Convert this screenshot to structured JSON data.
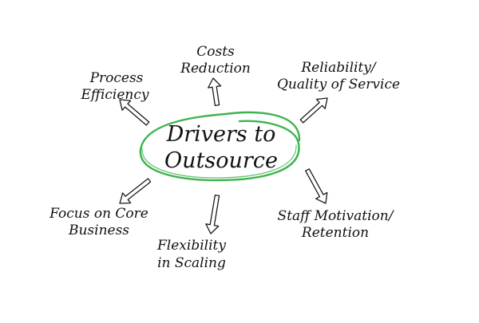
{
  "center": {
    "line1": "Drivers to",
    "line2": "Outsource",
    "ring_color": "#3fb34f"
  },
  "drivers": [
    {
      "id": "process-efficiency",
      "line1": "Process",
      "line2": "Efficiency"
    },
    {
      "id": "costs-reduction",
      "line1": "Costs",
      "line2": "Reduction"
    },
    {
      "id": "reliability-quality",
      "line1": "Reliability/",
      "line2": "Quality of Service"
    },
    {
      "id": "staff-motivation",
      "line1": "Staff Motivation/",
      "line2": "Retention"
    },
    {
      "id": "flexibility-scaling",
      "line1": "Flexibility",
      "line2": "in Scaling"
    },
    {
      "id": "focus-core-business",
      "line1": "Focus on Core",
      "line2": "Business"
    }
  ],
  "colors": {
    "text": "#111111",
    "arrow_stroke": "#1a1a1a",
    "arrow_fill": "#ffffff"
  }
}
